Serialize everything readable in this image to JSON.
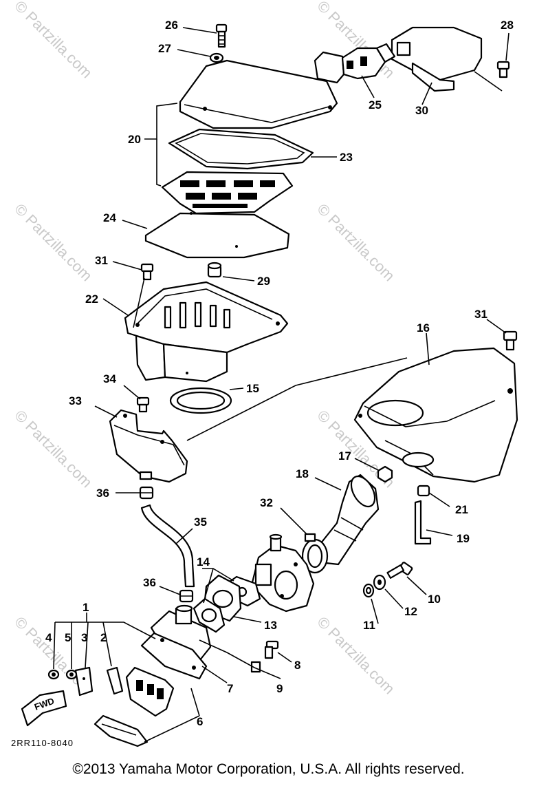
{
  "drawing_code": "2RR110-8040",
  "fwd_label": "FWD",
  "watermark": "© Partzilla.com",
  "copyright": "©2013  Yamaha Motor Corporation, U.S.A. All rights reserved.",
  "callouts": {
    "n26": "26",
    "n27": "27",
    "n28": "28",
    "n25": "25",
    "n30": "30",
    "n20": "20",
    "n23": "23",
    "n24": "24",
    "n31a": "31",
    "n29": "29",
    "n22": "22",
    "n16": "16",
    "n31b": "31",
    "n34": "34",
    "n15": "15",
    "n33": "33",
    "n17": "17",
    "n18": "18",
    "n21": "21",
    "n36a": "36",
    "n32": "32",
    "n35": "35",
    "n19": "19",
    "n14": "14",
    "n10": "10",
    "n36b": "36",
    "n12": "12",
    "n1": "1",
    "n13": "13",
    "n11": "11",
    "n4": "4",
    "n5": "5",
    "n3": "3",
    "n2": "2",
    "n8": "8",
    "n7": "7",
    "n9": "9",
    "n6": "6"
  }
}
